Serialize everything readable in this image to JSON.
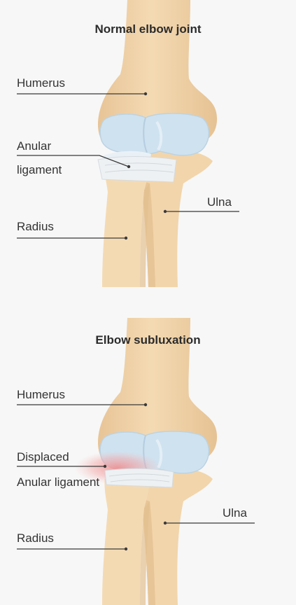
{
  "colors": {
    "background": "#f7f7f7",
    "bone": "#f2d6ad",
    "bone_shadow": "#e2bf8e",
    "cartilage": "#cfe2ef",
    "ligament": "#eef1f3",
    "inflammation": "#f08a8a",
    "leader_line": "#3a3a3a",
    "text": "#333333"
  },
  "panels": [
    {
      "title": "Normal elbow joint",
      "labels": {
        "humerus": "Humerus",
        "ligament_line1": "Anular",
        "ligament_line2": "ligament",
        "radius": "Radius",
        "ulna": "Ulna"
      }
    },
    {
      "title": "Elbow subluxation",
      "labels": {
        "humerus": "Humerus",
        "ligament_line1": "Displaced",
        "ligament_line2": "Anular ligament",
        "radius": "Radius",
        "ulna": "Ulna"
      }
    }
  ]
}
